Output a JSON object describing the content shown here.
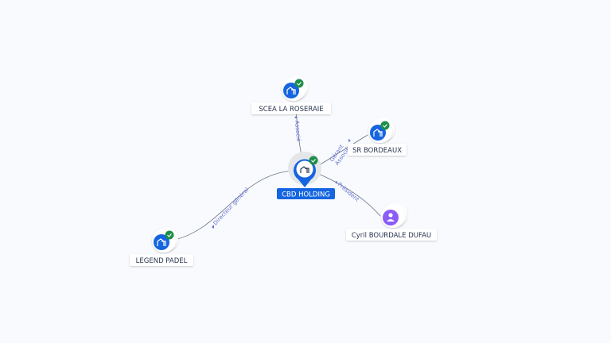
{
  "center": {
    "label": "CBD HOLDING",
    "type": "company",
    "verified": true
  },
  "nodes": [
    {
      "label": "SCEA LA ROSERAIE",
      "type": "company",
      "verified": true,
      "relation": "Associé"
    },
    {
      "label": "SR BORDEAUX",
      "type": "company",
      "verified": true,
      "relation_line1": "Gérant",
      "relation_line2": "Associé"
    },
    {
      "label": "Cyril BOURDALE DUFAU",
      "type": "person",
      "relation": "Président"
    },
    {
      "label": "LEGEND PADEL",
      "type": "company",
      "verified": true,
      "relation": "Directeur général"
    }
  ],
  "colors": {
    "company": "#1565e0",
    "person": "#8b5cf6",
    "verified": "#1e8e4a",
    "edge": "#6b7280",
    "edge_label": "#6673d6",
    "background": "#f8fafd"
  }
}
